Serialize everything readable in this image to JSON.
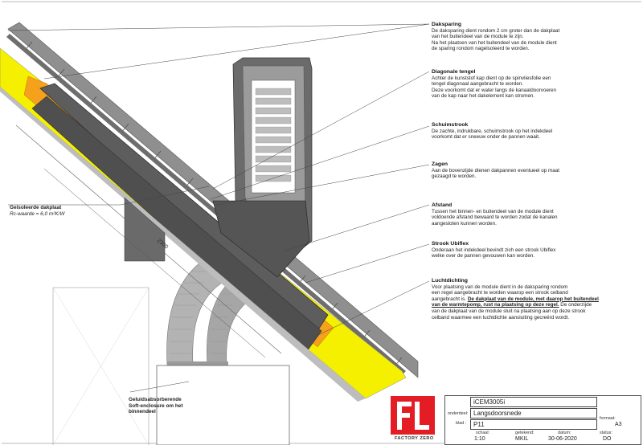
{
  "notes": [
    {
      "title": "Daksparing",
      "lines": [
        "De daksparing dient rondom 2 cm groter dan de dakplaat",
        "van het buitendeel van de module te zijn.",
        "Na het plaatsen van het buitendeel van de module dient",
        "de sparing rondom nagelsoleerd te worden."
      ]
    },
    {
      "title": "Diagonale tengel",
      "lines": [
        "Achter de kunststof kap dient op de spinvliesfolie een",
        "tengel diagonaal aangebracht te worden.",
        "Deze voorkomt dat er water langs de kanaaldoorvoeren",
        "van de kap naar het dakelement kan stromen."
      ]
    },
    {
      "title": "Schuimstrook",
      "lines": [
        "De zachte, indrukbare, schuimstrook op het indekdeel",
        "voorkomt dat er sneeuw onder de pannen waait."
      ]
    },
    {
      "title": "Zagen",
      "lines": [
        "Aan de bovenzijde dienen dakpannen eventueel op maat",
        "gezaagd te worden."
      ]
    },
    {
      "title": "Afstand",
      "lines": [
        "Tussen het binnen- en buitendeel van de module dient",
        "voldoende afstand bewaard te worden zodat de kanalen",
        "aangesloten kunnen worden."
      ]
    },
    {
      "title": "Strook Ubiflex",
      "lines": [
        "Onderaan het indekdeel bevindt zich een strook Ubiflex",
        "welke over de pannen gevouwen kan worden."
      ]
    },
    {
      "title": "Luchtdichting",
      "lines": [
        "Voor plaatsing van de module dient in de daksparing rondom",
        "een regel aangebracht te worden waarop een strook celband",
        "aangebracht is."
      ],
      "emphasis": "De dakplaat van de module, met daarop het buitendeel van de warmtepomp, rust na plaatsing op deze regel.",
      "tail": "De onderzijde van de dakplaat van de module sluit na plaatsing aan op deze strook celband waarmee een luchtdichte aansluiting gecreërd wordt."
    }
  ],
  "roof_label": {
    "title": "Geisoleerde dakplaat",
    "rc": "Rc-waarde = 6,0 m²K/W"
  },
  "enclosure_label": {
    "lines": [
      "Geluidsabsorberende",
      "Soft-enclosure om het",
      "binnendeel"
    ]
  },
  "dimension": "2300",
  "titleblock": {
    "logo_text": "FACTORY ZERO",
    "project": "iCEM3005i",
    "onderdeel_label": "onderdeel:",
    "onderdeel": "Langsdoorsnede",
    "blad_label": "blad :",
    "blad": "P11",
    "formaat_label": "formaat:",
    "formaat": "A3",
    "schaal_label": "schaal:",
    "schaal": "1:10",
    "getekend_label": "getekend:",
    "getekend": "MKIL",
    "datum_label": "datum:",
    "datum": "30-06-2020",
    "status_label": "status:",
    "status": "DO"
  },
  "colors": {
    "insulation": "#f5f000",
    "strip": "#f5a11b",
    "panel": "#5d5d5d",
    "accent": "#e31d23"
  }
}
